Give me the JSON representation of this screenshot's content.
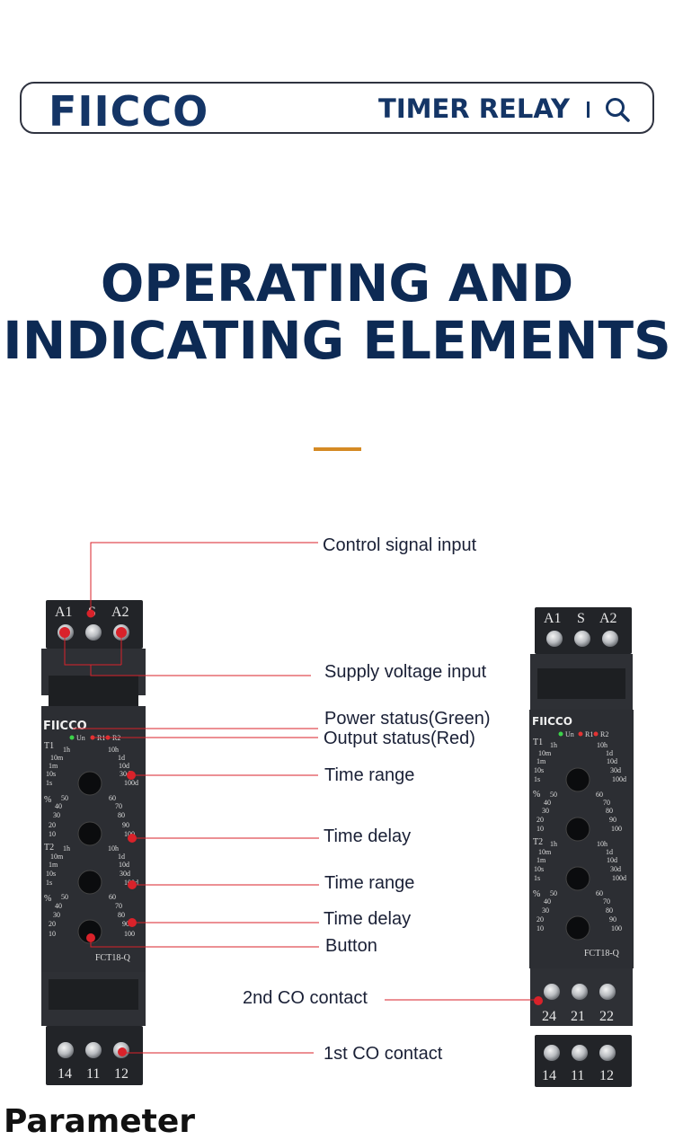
{
  "header": {
    "logo": "FIICCO",
    "title": "TIMER RELAY",
    "icon": "search-icon"
  },
  "hero": {
    "line1": "OPERATING AND",
    "line2": "INDICATING  ELEMENTS"
  },
  "colors": {
    "navy": "#0d2a54",
    "accent": "#d58a24",
    "callout_red": "#d9222a",
    "device_body": "#2c2e33"
  },
  "callouts": {
    "control": "Control signal input",
    "supply": "Supply voltage input",
    "power": "Power status(Green)",
    "output": "Output status(Red)",
    "range1": "Time range",
    "delay1": "Time delay",
    "range2": "Time range",
    "delay2": "Time delay",
    "button": "Button",
    "co2": "2nd CO contact",
    "co1": "1st CO contact"
  },
  "device_left": {
    "brand": "FIICCO",
    "top_terminals": [
      "A1",
      "S",
      "A2"
    ],
    "bottom_terminals": [
      "14",
      "11",
      "12"
    ],
    "leds": [
      "Un",
      "R1",
      "R2"
    ],
    "t1": "T1",
    "t2": "T2",
    "pct": "%",
    "range_left": [
      "1h",
      "10m",
      "1m",
      "10s",
      "1s"
    ],
    "range_right": [
      "10h",
      "1d",
      "10d",
      "30d",
      "100d"
    ],
    "pct_left": [
      "50",
      "40",
      "30",
      "20",
      "10"
    ],
    "pct_right": [
      "60",
      "70",
      "80",
      "90",
      "100"
    ],
    "model": "FCT18-Q"
  },
  "device_right": {
    "brand": "FIICCO",
    "top_terminals": [
      "A1",
      "S",
      "A2"
    ],
    "mid_terminals": [
      "24",
      "21",
      "22"
    ],
    "bottom_terminals": [
      "14",
      "11",
      "12"
    ],
    "leds": [
      "Un",
      "R1",
      "R2"
    ],
    "model": "FCT18-Q"
  },
  "footer_partial": "Parameter"
}
